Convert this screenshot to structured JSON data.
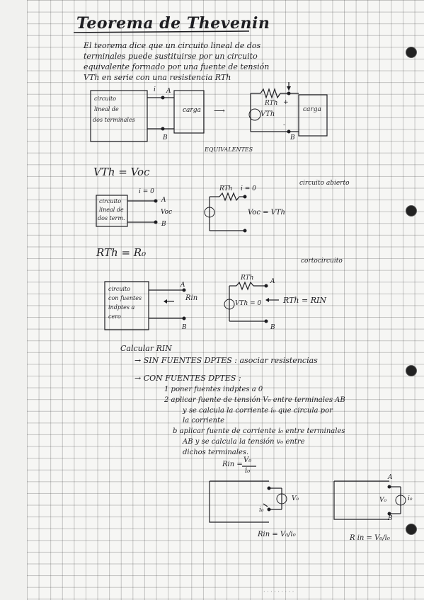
{
  "title": "Teorema de Thevenin",
  "intro": [
    "El teorema dice que un circuito lineal de dos",
    "terminales puede sustituirse por un circuito",
    "equivalente formado por una fuente de tensión",
    "VTh en serie con una resistencia RTh"
  ],
  "fig1": {
    "block_label": [
      "circuito",
      "lineal de",
      "dos terminales"
    ],
    "carga": "carga",
    "carga2": "carga",
    "i_label": "i",
    "a": "A",
    "b": "B",
    "vth": "VTh",
    "rth": "RTh",
    "plus": "+",
    "minus": "-",
    "arrow": "⟶",
    "equiv": "EQUIVALENTES"
  },
  "vth_eq": "VTh = Voc",
  "circuito_abierto": "circuito abierto",
  "fig2": {
    "block_label": [
      "circuito",
      "lineal de",
      "dos term."
    ],
    "i0": "i = 0",
    "voc": "Voc",
    "rth": "RTh",
    "i_eq": "i = 0",
    "voc_eq": "Voc = VTh",
    "a": "A",
    "b": "B"
  },
  "rth_eq": "RTh = R₀",
  "cortocircuito": "cortocircuito",
  "fig3": {
    "block_label": [
      "circuito",
      "con fuentes",
      "indptes a",
      "cero"
    ],
    "rin": "Rin",
    "rth": "RTh",
    "vth0": "VTh = 0",
    "req": "RTh = RIN",
    "a": "A",
    "b": "B"
  },
  "calcular": "Calcular RIN",
  "sin_fuentes": "→ SIN FUENTES DPTES : asociar resistencias",
  "con_fuentes": "→ CON FUENTES DPTES :",
  "step1": "1 poner fuentes indptes a 0",
  "step2a": [
    "2 aplicar fuente de tensión V₀ entre terminales AB",
    "y se calcula la corriente i₀ que circula por",
    "la corriente"
  ],
  "step2b": [
    "b aplicar fuente de corriente i₀ entre terminales",
    "AB y se calcula la tensión v₀ entre",
    "dichos terminales."
  ],
  "rin_frac": {
    "lhs": "Rin =",
    "num": "V₀",
    "den": "i₀"
  },
  "fig4": {
    "v0": "V₀",
    "i0": "i₀",
    "caption": "Rin = V₀/i₀"
  },
  "fig5": {
    "a": "A",
    "b": "B",
    "v0": "V₀",
    "i0": "i₀",
    "caption": "R in = V₀/i₀"
  },
  "footer": "· · · · · · · · ·"
}
